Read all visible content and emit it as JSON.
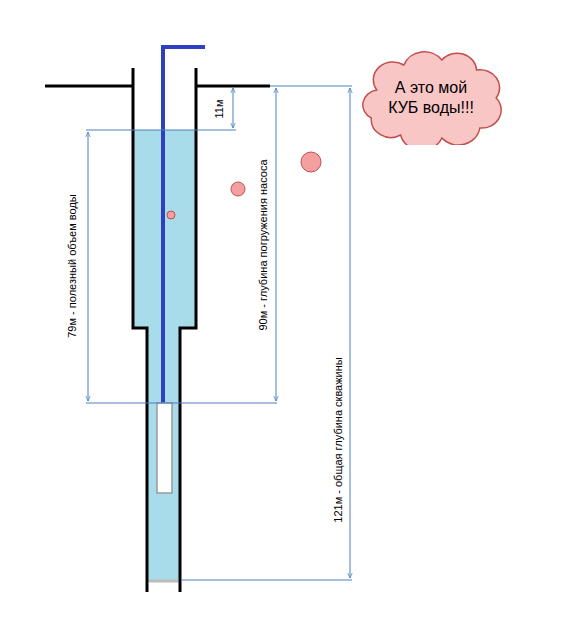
{
  "diagram": {
    "nodes": [
      {
        "text": [
          "А это мой КУБ воды!!!"
        ]
      }
    ],
    "labels": [
      "11м",
      "79м - полезный объем воды",
      "90м - глубина погружения насоса",
      "121м - общая глубина скважины"
    ]
  }
}
